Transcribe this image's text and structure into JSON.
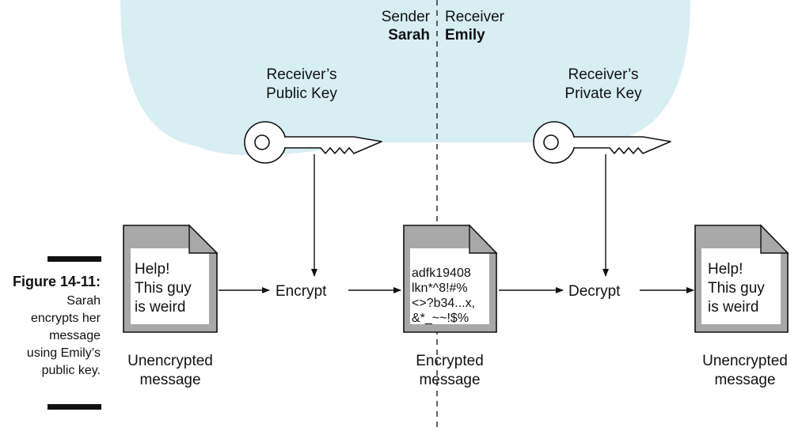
{
  "header": {
    "sender_label": "Sender",
    "sender_name": "Sarah",
    "receiver_label": "Receiver",
    "receiver_name": "Emily"
  },
  "keys": {
    "public_line1": "Receiver’s",
    "public_line2": "Public Key",
    "private_line1": "Receiver’s",
    "private_line2": "Private Key"
  },
  "docs": {
    "plain_left": [
      "Help!",
      "This guy",
      "is weird"
    ],
    "cipher": [
      "adfk19408",
      "lkn*^8!#%",
      "<>?b34...x,",
      "&*_~~!$%"
    ],
    "plain_right": [
      "Help!",
      "This guy",
      "is weird"
    ]
  },
  "captions": {
    "left": [
      "Unencrypted",
      "message"
    ],
    "middle": [
      "Encrypted",
      "message"
    ],
    "right": [
      "Unencrypted",
      "message"
    ]
  },
  "steps": {
    "encrypt": "Encrypt",
    "decrypt": "Decrypt"
  },
  "figure": {
    "number": "Figure 14-11:",
    "caption_lines": [
      "Sarah",
      "encrypts her",
      "message",
      "using Emily’s",
      "public key."
    ]
  },
  "colors": {
    "cloud": "#d7eef3",
    "doc_fold": "#a8a8a8",
    "line": "#111111"
  }
}
